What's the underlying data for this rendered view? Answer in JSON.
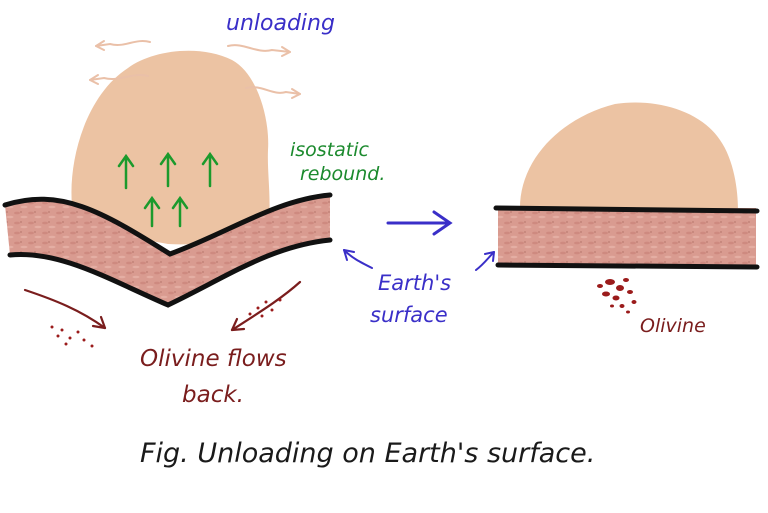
{
  "labels": {
    "unloading": "unloading",
    "isostatic_line1": "isostatic",
    "isostatic_line2": "rebound.",
    "earth_line1": "Earth's",
    "earth_line2": "surface",
    "olivine_flows_line1": "Olivine flows",
    "olivine_flows_line2": "back.",
    "olivine": "Olivine",
    "caption": "Fig. Unloading on Earth's surface."
  },
  "colors": {
    "ice": "#ecc3a3",
    "crust": "#d99b90",
    "crust_speckle": "#b8746b",
    "outline": "#111111",
    "blue_text": "#3a2fc8",
    "green_text": "#1c8a2e",
    "maroon_text": "#7a1d1d",
    "ice_arrows": "#eac0a8",
    "rebound_arrows": "#1b9a2c",
    "olivine_dots": "#9b1b1b"
  }
}
